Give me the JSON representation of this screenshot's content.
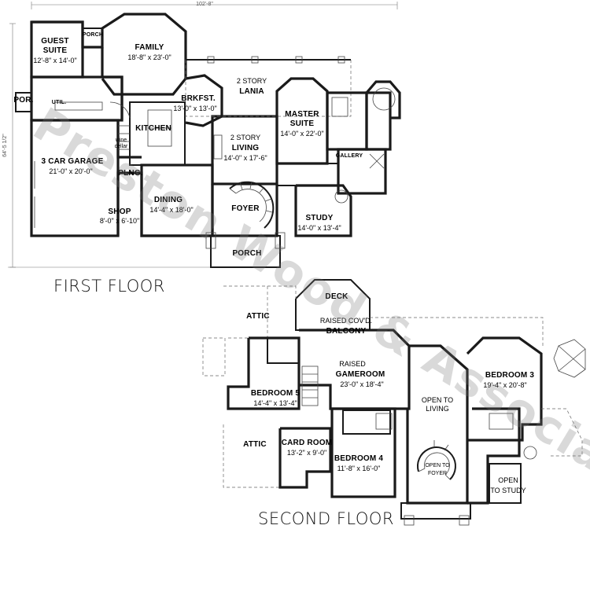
{
  "floors": {
    "first": {
      "title": "FIRST FLOOR"
    },
    "second": {
      "title": "SECOND FLOOR"
    }
  },
  "dimensions": {
    "overall_width": "102'-8\"",
    "overall_depth": "64'-5 1/2\""
  },
  "first_floor_rooms": {
    "porch_top": {
      "name": "PORCH"
    },
    "guest_suite": {
      "name1": "GUEST",
      "name2": "SUITE",
      "dims": "12'-8\" x 14'-0\""
    },
    "family": {
      "name": "FAMILY",
      "dims": "18'-8\" x 23'-0\""
    },
    "lania": {
      "name1": "2 STORY",
      "name2": "LANIA"
    },
    "por": {
      "name": "POR."
    },
    "util": {
      "name": "UTIL."
    },
    "brkfst": {
      "name": "BRKFST.",
      "dims": "13'-0\" x 13'-0\""
    },
    "master_suite": {
      "name1": "MASTER",
      "name2": "SUITE",
      "dims": "14'-0\" x 22'-0\""
    },
    "kitchen": {
      "name": "KITCHEN"
    },
    "wine_cellar": {
      "name1": "wine",
      "name2": "cellar"
    },
    "living": {
      "name1": "2 STORY",
      "name2": "LIVING",
      "dims": "14'-0\" x 17'-6\""
    },
    "gallery": {
      "name": "GALLERY"
    },
    "garage": {
      "name": "3 CAR GARAGE",
      "dims": "21'-0\" x 20'-0\""
    },
    "plng": {
      "name": "PLNG."
    },
    "dining": {
      "name": "DINING",
      "dims": "14'-4\" x 18'-0\""
    },
    "foyer": {
      "name": "FOYER"
    },
    "shop": {
      "name": "SHOP",
      "dims": "8'-0\" x 6'-10\""
    },
    "study": {
      "name": "STUDY",
      "dims": "14'-0\" x 13'-4\""
    },
    "porch_front": {
      "name": "PORCH"
    }
  },
  "second_floor_rooms": {
    "deck": {
      "name": "DECK"
    },
    "attic_top": {
      "name": "ATTIC"
    },
    "balcony": {
      "name1": "RAISED COV'D.",
      "name2": "BALCONY"
    },
    "gameroom": {
      "name1": "RAISED",
      "name2": "GAMEROOM",
      "dims": "23'-0\" x 18'-4\""
    },
    "bedroom3": {
      "name": "BEDROOM 3",
      "dims": "19'-4\" x 20'-8\""
    },
    "bedroom5": {
      "name": "BEDROOM 5",
      "dims": "14'-4\" x 13'-4\""
    },
    "open_living": {
      "name1": "OPEN TO",
      "name2": "LIVING"
    },
    "attic_bottom": {
      "name": "ATTIC"
    },
    "card_room": {
      "name": "CARD ROOM",
      "dims": "13'-2\" x 9'-0\""
    },
    "bedroom4": {
      "name": "BEDROOM 4",
      "dims": "11'-8\" x 16'-0\""
    },
    "open_foyer": {
      "name1": "OPEN TO",
      "name2": "FOYER"
    },
    "open_study": {
      "name1": "OPEN",
      "name2": "TO STUDY"
    }
  },
  "watermark": {
    "text": "Preston Wood & Associates, LLC"
  },
  "colors": {
    "ink": "#111111",
    "wall": "#1a1a1a",
    "thin": "#555555",
    "watermark": "#9a9a9a"
  }
}
